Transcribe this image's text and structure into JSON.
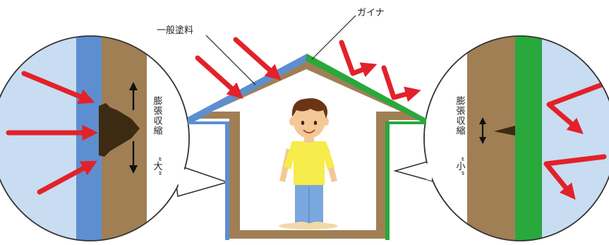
{
  "labels": {
    "general_paint": "一般塗料",
    "gaina": "ガイナ",
    "left_expansion": "膨張収縮",
    "left_size": "“大”",
    "right_expansion": "膨張収縮",
    "right_size": "“小”"
  },
  "colors": {
    "sky_light_blue": "#c8dcf2",
    "regular_paint_blue": "#5d8fd0",
    "wall_brown": "#a07f55",
    "gaina_green": "#29a83c",
    "heat_arrow_red": "#e32129",
    "crack_dark": "#3d2a12"
  },
  "icons": {
    "person": "boy-icon",
    "arrows": "heat-ray-arrow-icon",
    "expansion": "double-headed-arrow-icon",
    "crack": "crack-icon"
  }
}
